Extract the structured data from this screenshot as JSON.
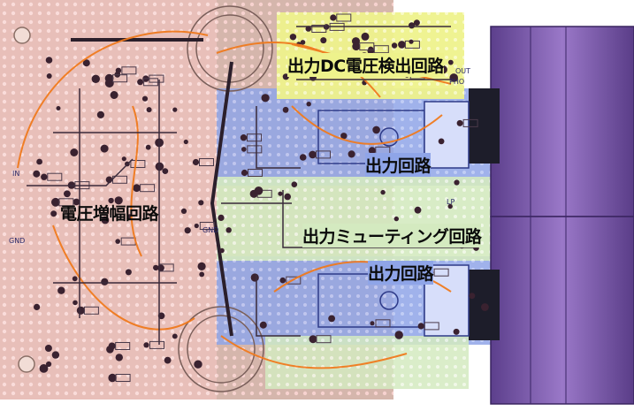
{
  "labels": {
    "dc_detect": "出力DC電圧検出回路",
    "output_upper": "出力回路",
    "output_lower": "出力回路",
    "voltage_amp": "電圧増幅回路",
    "muting": "出力ミューティング回路"
  },
  "pins": {
    "input": "IN",
    "gnd_left": "GND",
    "gnd_center": "GND",
    "out_label": "OUT",
    "pho_label": "PHO",
    "lp_label": "LP"
  },
  "colors": {
    "board": "#c8b2a6",
    "board_dots": "#f3c8c8",
    "amp_region": "#f6c6c2",
    "output_region": "#8aa0e6",
    "dc_region": "#f1f296",
    "muting_region": "#d7ecc0",
    "capacitor": "#6b4e9a",
    "wire_orange": "#f07a1e",
    "trace_dark": "#3a2a3a"
  }
}
